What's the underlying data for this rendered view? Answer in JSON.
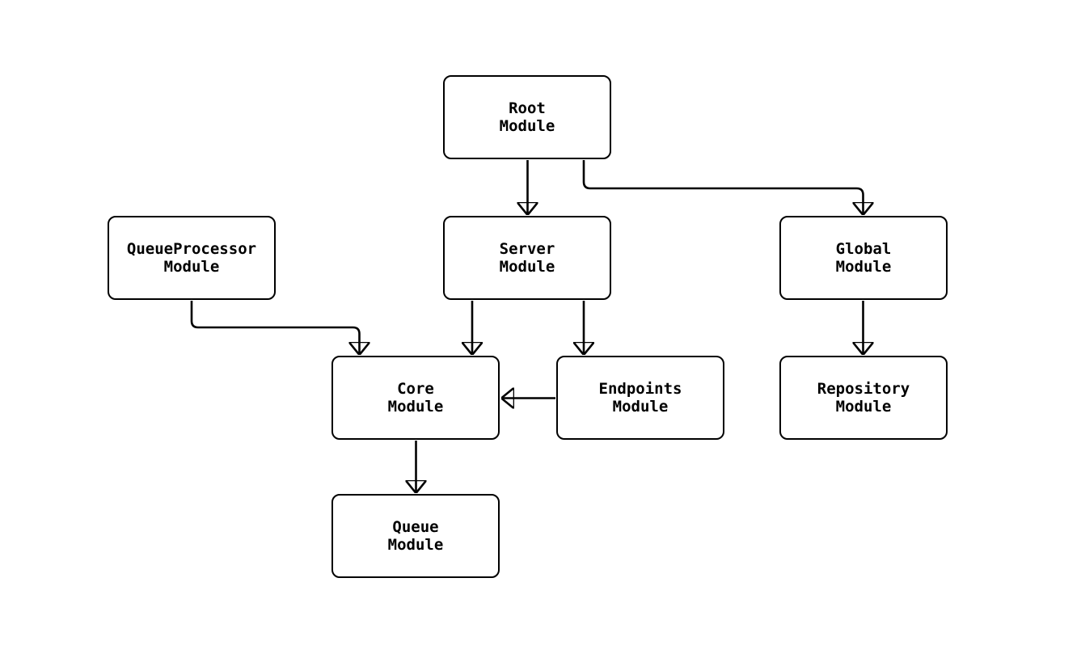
{
  "diagram": {
    "title": "",
    "type": "flowchart",
    "direction": "top-down",
    "nodes": [
      {
        "id": "root",
        "label": "Root\nModule"
      },
      {
        "id": "queueprocessor",
        "label": "QueueProcessor\nModule"
      },
      {
        "id": "server",
        "label": "Server\nModule"
      },
      {
        "id": "global",
        "label": "Global\nModule"
      },
      {
        "id": "core",
        "label": "Core\nModule"
      },
      {
        "id": "endpoints",
        "label": "Endpoints\nModule"
      },
      {
        "id": "repository",
        "label": "Repository\nModule"
      },
      {
        "id": "queue",
        "label": "Queue\nModule"
      }
    ],
    "edges": [
      {
        "from": "root",
        "to": "server"
      },
      {
        "from": "root",
        "to": "global"
      },
      {
        "from": "queueprocessor",
        "to": "core"
      },
      {
        "from": "server",
        "to": "core"
      },
      {
        "from": "server",
        "to": "endpoints"
      },
      {
        "from": "endpoints",
        "to": "core"
      },
      {
        "from": "global",
        "to": "repository"
      },
      {
        "from": "core",
        "to": "queue"
      }
    ],
    "colors": {
      "background": "#ffffff",
      "node_fill": "#ffffff",
      "stroke": "#000000",
      "text": "#000000"
    }
  }
}
